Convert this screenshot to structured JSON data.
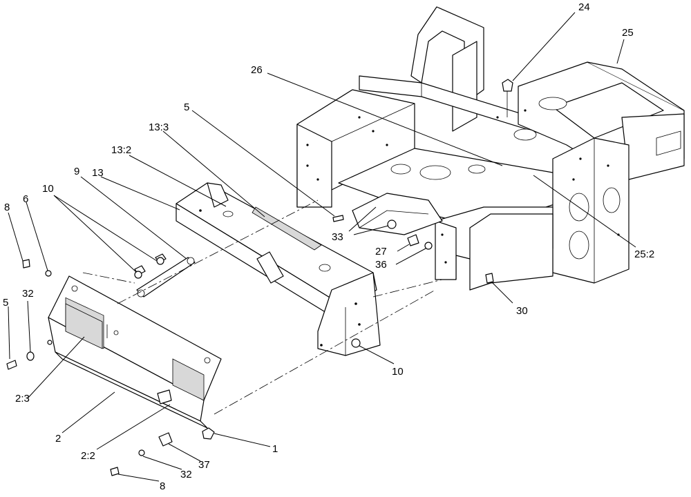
{
  "callouts": [
    {
      "id": "c24",
      "text": "24"
    },
    {
      "id": "c25",
      "text": "25"
    },
    {
      "id": "c26",
      "text": "26"
    },
    {
      "id": "c5a",
      "text": "5"
    },
    {
      "id": "c13-3",
      "text": "13:3"
    },
    {
      "id": "c13-2",
      "text": "13:2"
    },
    {
      "id": "c13",
      "text": "13"
    },
    {
      "id": "c9",
      "text": "9"
    },
    {
      "id": "c10a",
      "text": "10"
    },
    {
      "id": "c8a",
      "text": "8"
    },
    {
      "id": "c6",
      "text": "6"
    },
    {
      "id": "c33",
      "text": "33"
    },
    {
      "id": "c27",
      "text": "27"
    },
    {
      "id": "c36",
      "text": "36"
    },
    {
      "id": "c25-2",
      "text": "25:2"
    },
    {
      "id": "c30",
      "text": "30"
    },
    {
      "id": "c32a",
      "text": "32"
    },
    {
      "id": "c5b",
      "text": "5"
    },
    {
      "id": "c10b",
      "text": "10"
    },
    {
      "id": "c2-3",
      "text": "2:3"
    },
    {
      "id": "c2",
      "text": "2"
    },
    {
      "id": "c2-2",
      "text": "2:2"
    },
    {
      "id": "c1",
      "text": "1"
    },
    {
      "id": "c37",
      "text": "37"
    },
    {
      "id": "c32b",
      "text": "32"
    },
    {
      "id": "c8b",
      "text": "8"
    }
  ]
}
